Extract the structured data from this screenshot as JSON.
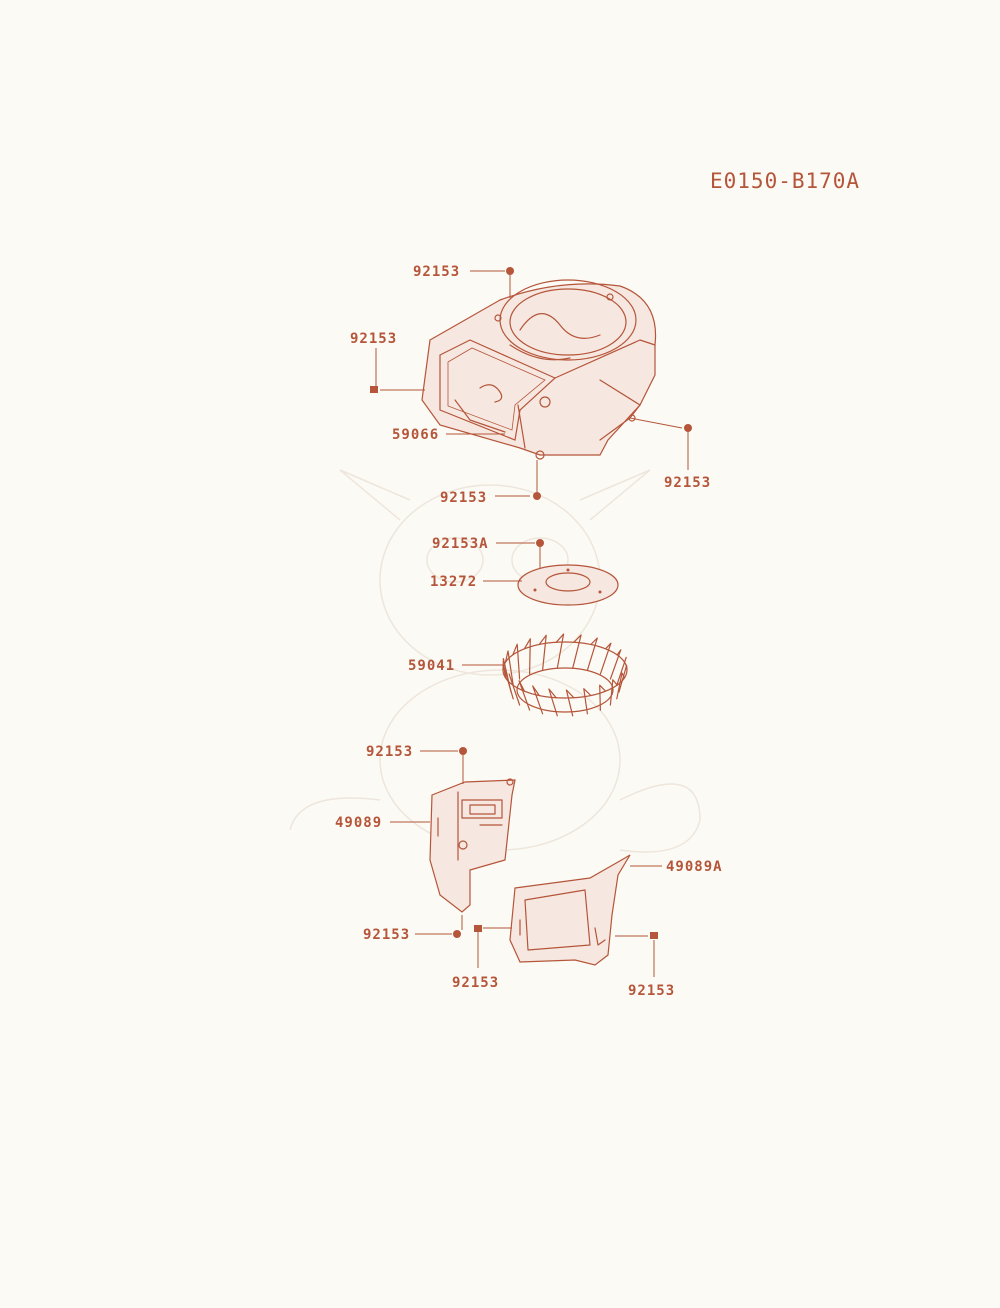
{
  "diagram_code": "E0150-B170A",
  "labels": [
    {
      "id": "screw-top",
      "text": "92153"
    },
    {
      "id": "screw-left",
      "text": "92153"
    },
    {
      "id": "seal",
      "text": "59066"
    },
    {
      "id": "screw-right",
      "text": "92153"
    },
    {
      "id": "screw-bottom",
      "text": "92153"
    },
    {
      "id": "screw-plate",
      "text": "92153A"
    },
    {
      "id": "plate",
      "text": "13272"
    },
    {
      "id": "fan",
      "text": "59041"
    },
    {
      "id": "screw-baffle",
      "text": "92153"
    },
    {
      "id": "baffle-left",
      "text": "49089"
    },
    {
      "id": "baffle-right",
      "text": "49089A"
    },
    {
      "id": "screw-baffle-low",
      "text": "92153"
    },
    {
      "id": "screw-baffle-mid",
      "text": "92153"
    },
    {
      "id": "screw-baffle-right",
      "text": "92153"
    }
  ],
  "colors": {
    "line": "#b5553a",
    "background": "#fbfaf4"
  }
}
